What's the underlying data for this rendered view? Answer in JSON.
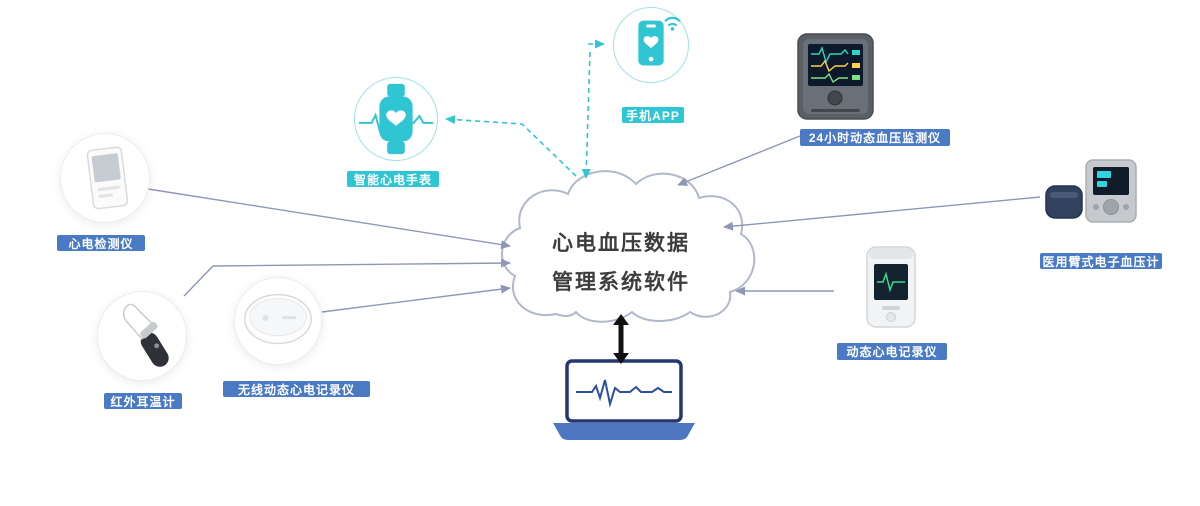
{
  "cloud": {
    "line1": "心电血压数据",
    "line2": "管理系统软件"
  },
  "labels": {
    "watch": "智能心电手表",
    "phone": "手机APP",
    "monitor": "24小时动态血压监测仪",
    "bp": "医用臂式电子血压计",
    "holter": "动态心电记录仪",
    "recorder": "心电检测仪",
    "ear": "红外耳温计",
    "patch": "无线动态心电记录仪"
  },
  "icons": {
    "watch": "smartwatch-heart-icon",
    "phone": "smartphone-heart-icon",
    "monitor": "patient-monitor-photo",
    "bp": "blood-pressure-monitor-photo",
    "holter": "holter-recorder-photo",
    "recorder": "handheld-ecg-photo",
    "ear": "ear-thermometer-photo",
    "patch": "ecg-patch-photo",
    "laptop": "laptop-ecg-icon",
    "cloud_laptop": "double-arrow-icon"
  },
  "colors": {
    "teal": "#2fc5d2",
    "label_blue": "#4a7ac4",
    "connector": "#8e97b6",
    "cloud_border": "#b0b8ca",
    "laptop_blue": "#4d77c0",
    "laptop_frame": "#25376e",
    "arrow_black": "#111111"
  }
}
